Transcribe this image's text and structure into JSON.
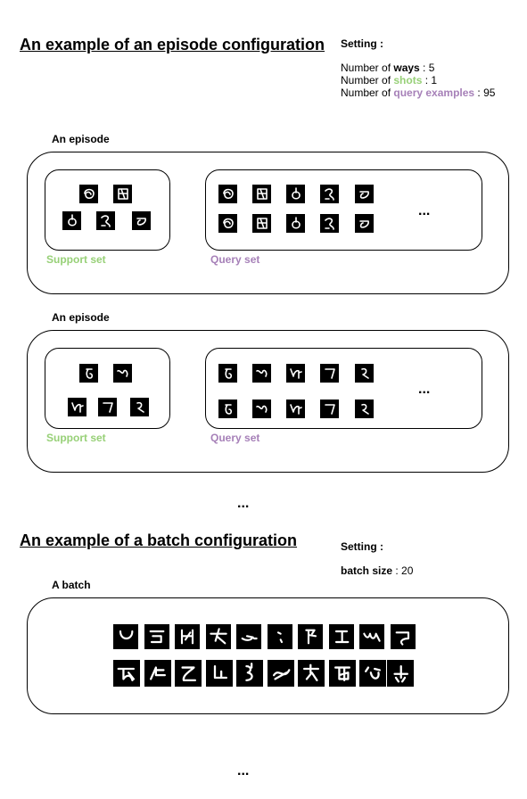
{
  "episode_section": {
    "title": "An example of an episode configuration",
    "setting_head": "Setting :",
    "ways_prefix": "Number of ",
    "ways_word": "ways",
    "ways_value": " : 5",
    "shots_prefix": "Number of ",
    "shots_word": "shots",
    "shots_value": " : 1",
    "query_prefix": "Number of ",
    "query_word": "query examples",
    "query_value": " : 95"
  },
  "episodes": [
    {
      "label": "An episode",
      "support_label": "Support set",
      "query_label": "Query set",
      "ellipsis": "..."
    },
    {
      "label": "An episode",
      "support_label": "Support set",
      "query_label": "Query set",
      "ellipsis": "..."
    }
  ],
  "between_ellipsis": "...",
  "batch_section": {
    "title": "An example of a batch configuration",
    "setting_head": "Setting :",
    "batch_word": "batch size",
    "batch_value": " : 20",
    "label": "A batch"
  },
  "bottom_ellipsis": "...",
  "colors": {
    "support": "#97d077",
    "query": "#a680b8"
  }
}
